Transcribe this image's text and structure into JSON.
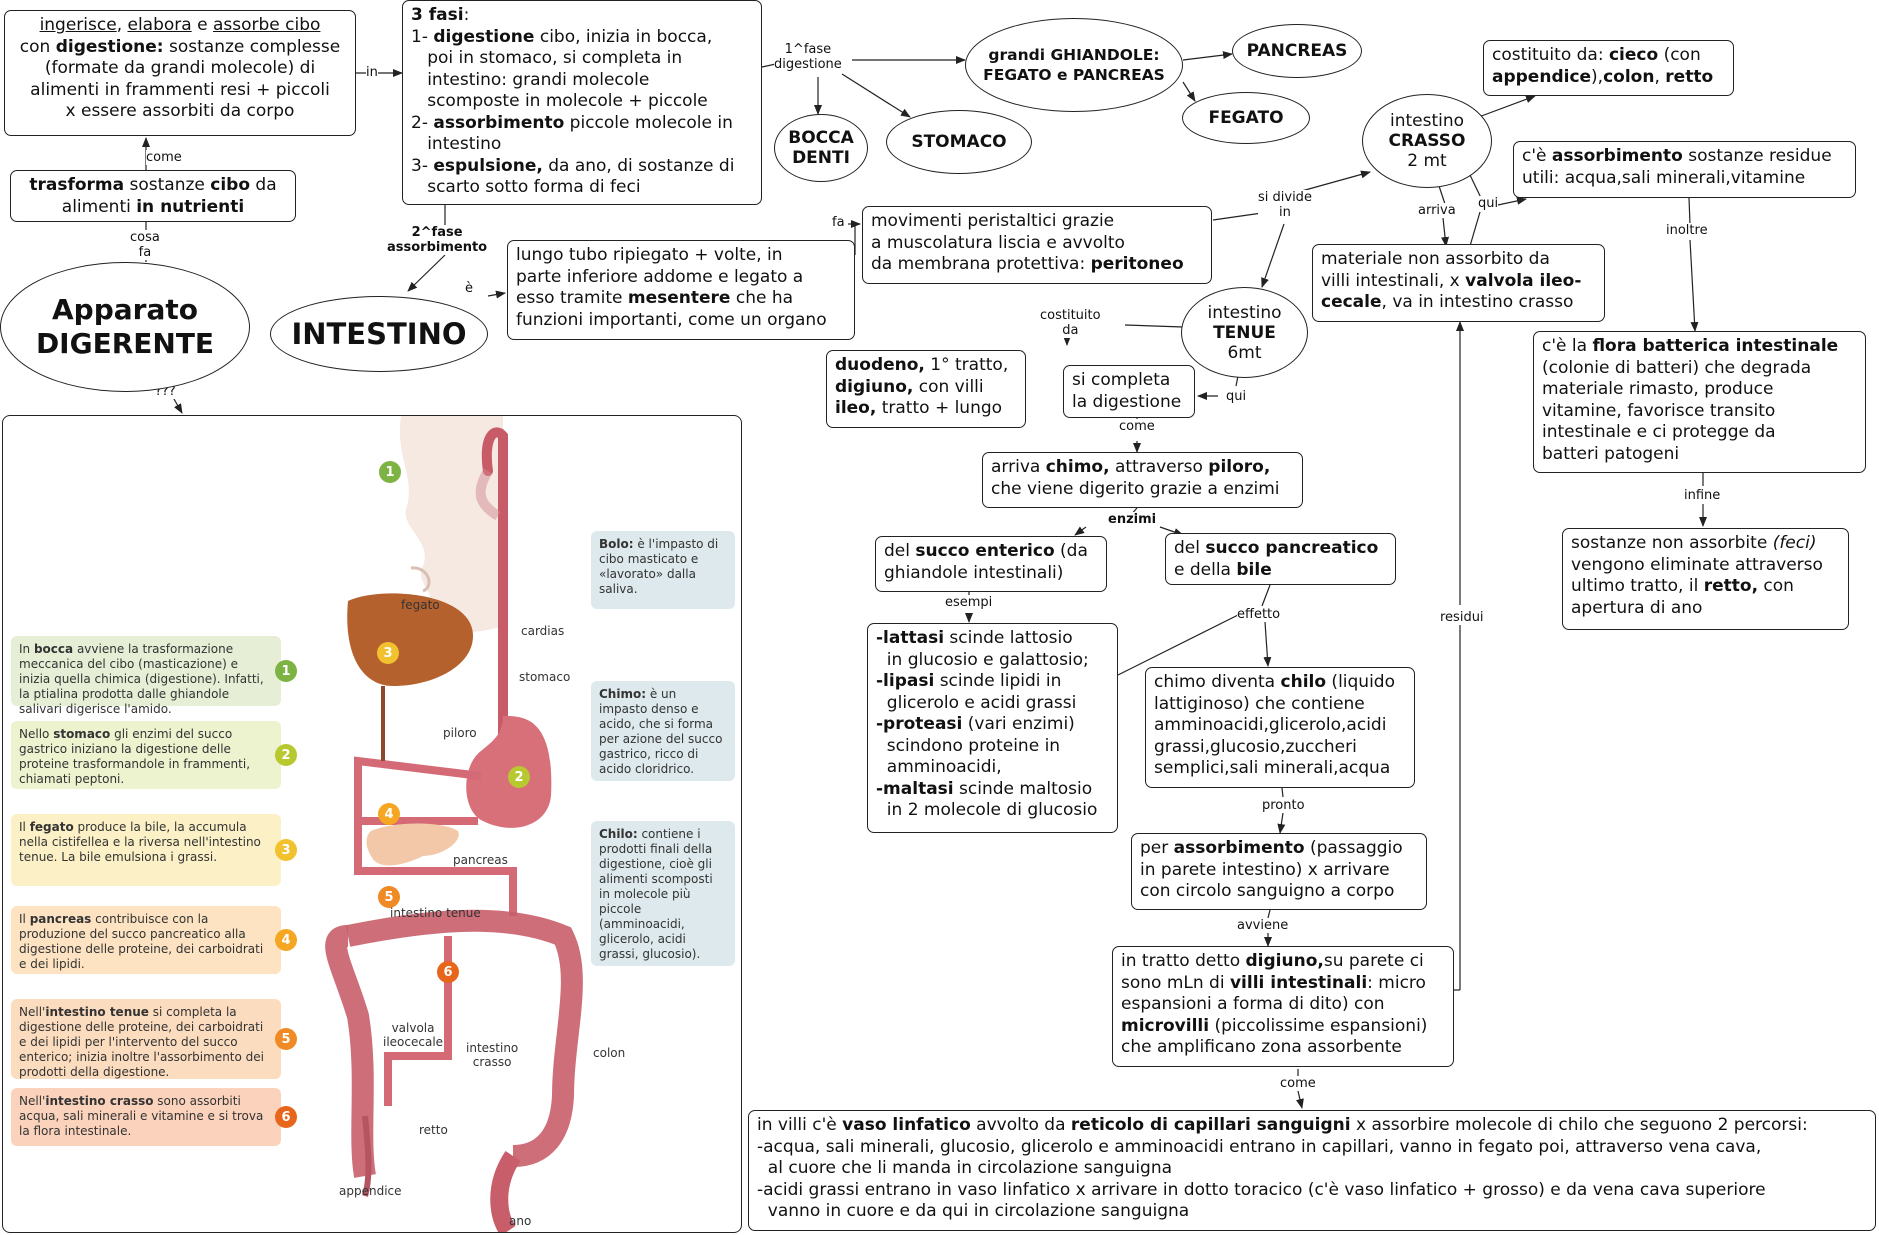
{
  "nodes": {
    "apparato": {
      "lines": [
        "Apparato",
        "DIGERENTE"
      ]
    },
    "intestino": {
      "text": "INTESTINO"
    },
    "ingerisce": {
      "lines": [
        "<u>ingerisce</u>, <u>elabora</u> e <u>assorbe cibo</u>",
        "con <b>digestione:</b> sostanze complesse",
        "(formate da grandi molecole) di",
        "alimenti in frammenti resi + piccoli",
        "x essere assorbiti da corpo"
      ]
    },
    "trasforma": {
      "lines": [
        "<b>trasforma</b> sostanze <b>cibo</b> da",
        "alimenti <b>in nutrienti</b>"
      ]
    },
    "fasi": {
      "lines": [
        "<b>3 fasi</b>:",
        "1- <b>digestione</b> cibo, inizia in bocca,",
        "   poi in stomaco, si completa in",
        "   intestino: grandi molecole",
        "   scomposte in molecole + piccole",
        "2- <b>assorbimento</b> piccole molecole in",
        "   intestino",
        "3- <b>espulsione,</b> da ano, di sostanze di",
        "   scarto sotto forma di feci"
      ]
    },
    "ghiandole": {
      "lines": [
        "grandi GHIANDOLE:",
        "FEGATO e PANCREAS"
      ]
    },
    "pancreas": {
      "text": "PANCREAS"
    },
    "fegato": {
      "text": "FEGATO"
    },
    "bocca": {
      "lines": [
        "BOCCA",
        "DENTI"
      ]
    },
    "stomaco": {
      "text": "STOMACO"
    },
    "tubo": {
      "lines": [
        "lungo tubo ripiegato + volte, in",
        "parte inferiore addome e legato a",
        "esso tramite <b>mesentere</b> che ha",
        "funzioni importanti, come un organo"
      ]
    },
    "movimenti": {
      "lines": [
        "movimenti peristaltici grazie",
        "a muscolatura liscia e avvolto",
        "da membrana protettiva: <b>peritoneo</b>"
      ]
    },
    "crasso": {
      "lines": [
        "intestino",
        "<b>CRASSO</b>",
        "2 mt"
      ]
    },
    "costituito_crasso": {
      "lines": [
        "costituito da: <b>cieco</b> (con",
        "<b>appendice</b>),<b>colon</b>, <b>retto</b>"
      ]
    },
    "assorb_residue": {
      "lines": [
        "c'è <b>assorbimento</b> sostanze residue",
        "utili: acqua,sali minerali,vitamine"
      ]
    },
    "materiale": {
      "lines": [
        "materiale non assorbito da",
        "villi intestinali, x <b>valvola ileo-</b>",
        "<b>cecale</b>, va in intestino crasso"
      ]
    },
    "tenue": {
      "lines": [
        "intestino",
        "<b>TENUE</b>",
        "6mt"
      ]
    },
    "duodeno": {
      "lines": [
        "<b>duodeno,</b> 1° tratto,",
        "<b>digiuno,</b> con villi",
        "<b>ileo,</b> tratto + lungo"
      ]
    },
    "completa": {
      "lines": [
        "si completa",
        "la digestione"
      ]
    },
    "chimo": {
      "lines": [
        "arriva <b>chimo,</b> attraverso <b>piloro,</b>",
        "che viene digerito grazie a enzimi"
      ]
    },
    "enterico": {
      "lines": [
        "del <b>succo enterico</b> (da",
        "ghiandole intestinali)"
      ]
    },
    "pancreatico": {
      "lines": [
        "del <b>succo pancreatico</b>",
        "e della <b>bile</b>"
      ]
    },
    "enzimi_list": {
      "lines": [
        "<b>-lattasi</b> scinde lattosio",
        "  in glucosio e galattosio;",
        "<b>-lipasi</b> scinde lipidi in",
        "  glicerolo e acidi grassi",
        "<b>-proteasi</b> (vari enzimi)",
        "  scindono proteine in",
        "  amminoacidi,",
        "<b>-maltasi</b> scinde maltosio",
        "  in 2 molecole di glucosio"
      ]
    },
    "chilo": {
      "lines": [
        "chimo diventa <b>chilo</b> (liquido",
        "lattiginoso) che contiene",
        "amminoacidi,glicerolo,acidi",
        "grassi,glucosio,zuccheri",
        "semplici,sali minerali,acqua"
      ]
    },
    "per_assorb": {
      "lines": [
        "per <b>assorbimento</b> (passaggio",
        "in parete intestino) x arrivare",
        "con circolo sanguigno a corpo"
      ]
    },
    "digiuno": {
      "lines": [
        "in tratto detto <b>digiuno,</b>su parete ci",
        "sono mLn di <b>villi intestinali</b>: micro",
        "espansioni a forma di dito) con",
        "<b>microvilli</b> (piccolissime espansioni)",
        "che amplificano zona assorbente"
      ]
    },
    "vaso": {
      "lines": [
        "in villi c'è <b>vaso linfatico</b> avvolto da <b>reticolo di capillari sanguigni</b> x assorbire molecole di chilo che seguono 2 percorsi:",
        "-acqua, sali minerali, glucosio, glicerolo e amminoacidi entrano in capillari, vanno in fegato poi, attraverso vena cava,",
        "  al cuore che li manda in circolazione sanguigna",
        "-acidi grassi entrano in vaso linfatico x arrivare in dotto toracico (c'è vaso linfatico + grosso) e da vena cava superiore",
        "  vanno in cuore e da qui in circolazione sanguigna"
      ]
    },
    "flora": {
      "lines": [
        "c'è la <b>flora batterica intestinale</b>",
        "(colonie di batteri) che degrada",
        "materiale rimasto, produce",
        "vitamine, favorisce transito",
        "intestinale e ci protegge da",
        "batteri patogeni"
      ]
    },
    "feci": {
      "lines": [
        "sostanze non assorbite <i>(feci)</i>",
        "vengono eliminate attraverso",
        "ultimo tratto, il <b>retto,</b> con",
        "apertura di ano"
      ]
    }
  },
  "labels": {
    "in": "in",
    "come1": "come",
    "cosa_fa": "cosa\nfa",
    "fase1": "1^fase\ndigestione",
    "fase2": "2^fase\nassorbimento",
    "e": "è",
    "fa": "fa",
    "si_divide": "si divide\nin",
    "arriva": "arriva",
    "qui1": "qui",
    "inoltre": "inoltre",
    "costituito_da": "costituito\nda",
    "qui2": "qui",
    "come2": "come",
    "enzimi": "enzimi",
    "esempi": "esempi",
    "effetto": "effetto",
    "pronto": "pronto",
    "avviene": "avviene",
    "come3": "come",
    "residui": "residui",
    "infine": "infine",
    "q": "???"
  },
  "illustration": {
    "notes": [
      {
        "num": "1",
        "text": "In <b>bocca</b> avviene la trasformazione meccanica del cibo (masticazione) e inizia quella chimica (digestione). Infatti, la ptialina prodotta dalle ghiandole salivari digerisce l'amido.",
        "color": "#e6efd6",
        "badge": "#7cb342"
      },
      {
        "num": "2",
        "text": "Nello <b>stomaco</b> gli enzimi del succo gastrico iniziano la digestione delle proteine trasformandole in frammenti, chiamati peptoni.",
        "color": "#edf2cf",
        "badge": "#b8c82f"
      },
      {
        "num": "3",
        "text": "Il <b>fegato</b> produce la bile, la accumula nella cistifellea e la riversa nell'intestino tenue. La bile emulsiona i grassi.",
        "color": "#fbf0c6",
        "badge": "#f2c12e"
      },
      {
        "num": "4",
        "text": "Il <b>pancreas</b> contribuisce con la produzione del succo pancreatico alla digestione delle proteine, dei carboidrati e dei lipidi.",
        "color": "#fde3c2",
        "badge": "#f5a623"
      },
      {
        "num": "5",
        "text": "Nell'<b>intestino tenue</b> si completa la digestione delle proteine, dei carboidrati e dei lipidi per l'intervento del succo enterico; inizia inoltre l'assorbimento dei prodotti della digestione.",
        "color": "#fcdcbf",
        "badge": "#f08a24"
      },
      {
        "num": "6",
        "text": "Nell'<b>intestino crasso</b> sono assorbiti acqua, sali minerali e vitamine e si trova la flora intestinale.",
        "color": "#fbd3bd",
        "badge": "#e8661c"
      }
    ],
    "side": [
      {
        "text": "<b>Bolo:</b> è l'impasto di cibo masticato e «lavorato» dalla saliva."
      },
      {
        "text": "<b>Chimo:</b> è un impasto denso e acido, che si forma per azione del succo gastrico, ricco di acido cloridrico."
      },
      {
        "text": "<b>Chilo:</b> contiene i prodotti finali della digestione, cioè gli alimenti scomposti in molecole più piccole (amminoacidi, glicerolo, acidi grassi, glucosio)."
      }
    ],
    "organ_labels": {
      "fegato": "fegato",
      "cardias": "cardias",
      "stomaco": "stomaco",
      "piloro": "piloro",
      "pancreas": "pancreas",
      "intestino_tenue": "intestino tenue",
      "valvola": "valvola\nileocecale",
      "intestino_crasso": "intestino\ncrasso",
      "colon": "colon",
      "retto": "retto",
      "appendice": "appendice",
      "ano": "ano"
    },
    "organ_badges": [
      "1",
      "2",
      "3",
      "4",
      "5",
      "6"
    ]
  }
}
